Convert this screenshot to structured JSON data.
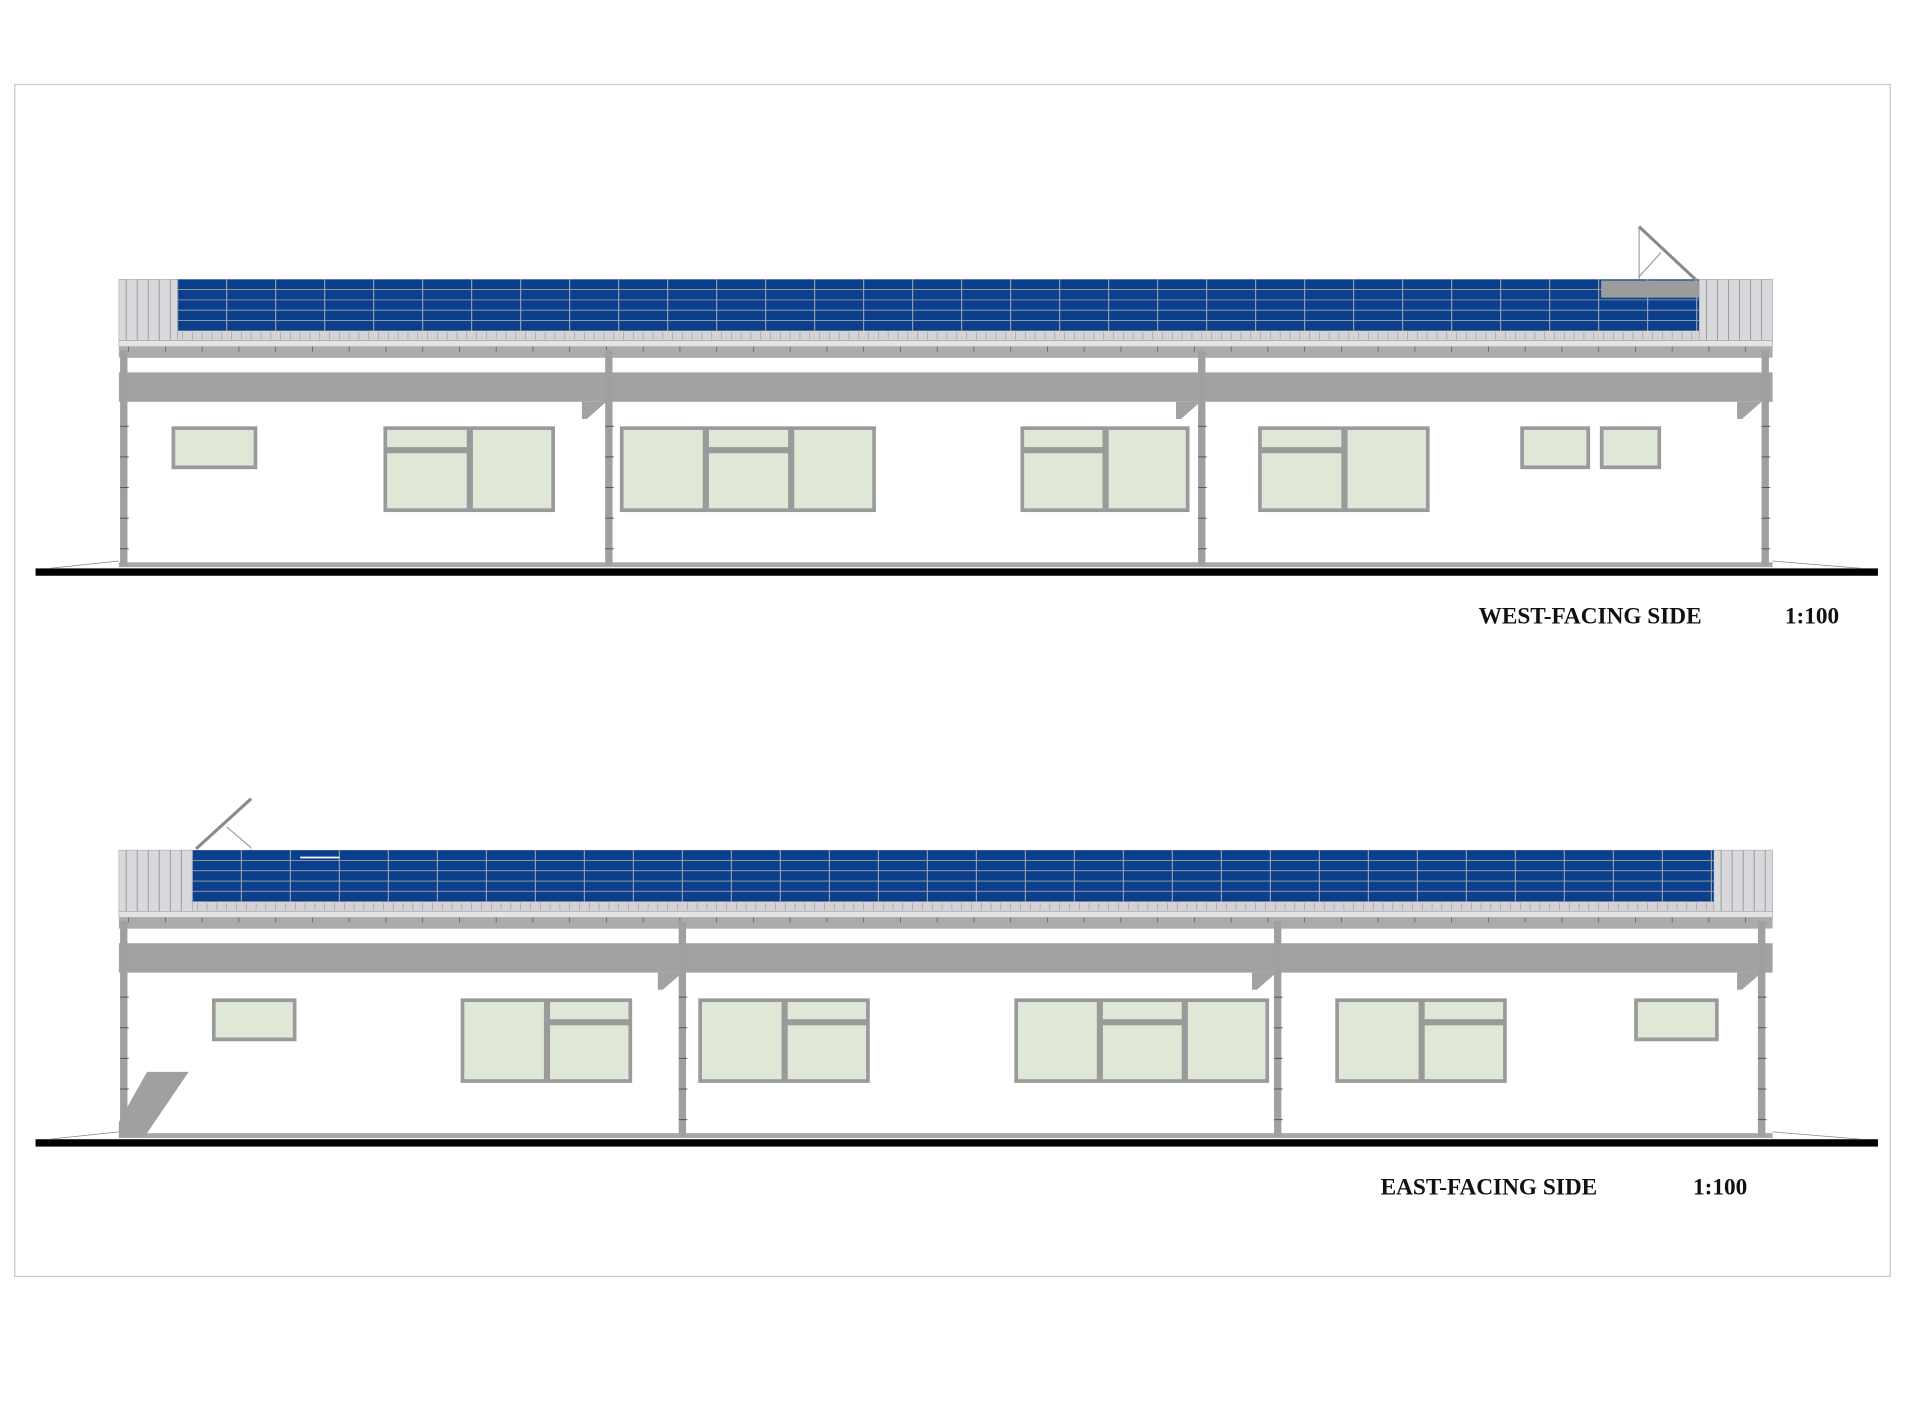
{
  "drawing": {
    "elevations": [
      {
        "title": "WEST-FACING SIDE",
        "scale": "1:100"
      },
      {
        "title": "EAST-FACING SIDE",
        "scale": "1:100"
      }
    ]
  },
  "colors": {
    "panel": "#0b3f8c",
    "panel_line": "#9ea3aa",
    "canopy": "#a2a2a2",
    "glass": "#dfe8d6",
    "window_frame": "#9a9a9a",
    "cladding": "#d9d9dd",
    "ground": "#000000",
    "frame_border": "#c8c8c8"
  }
}
